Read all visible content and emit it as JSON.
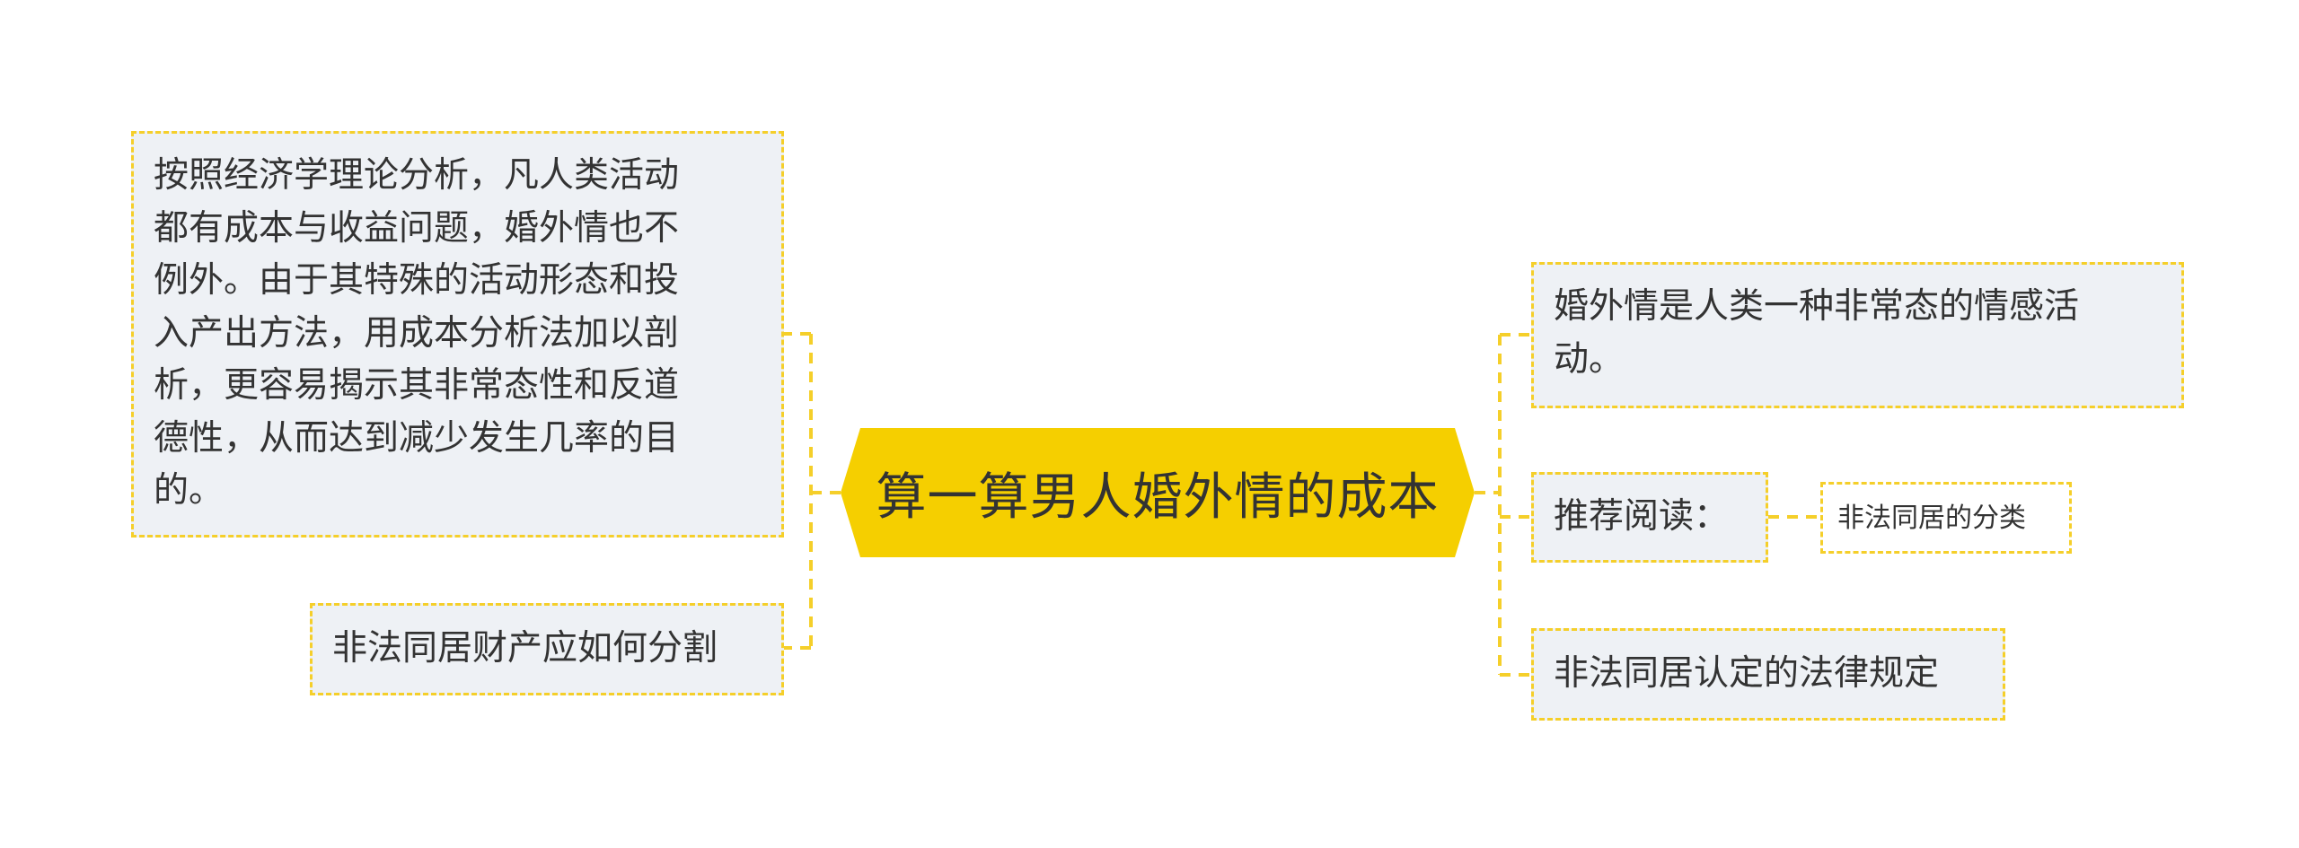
{
  "central": {
    "label": "算一算男人婚外情的成本"
  },
  "left_nodes": {
    "description": "按照经济学理论分析，凡人类活动\n都有成本与收益问题，婚外情也不\n例外。由于其特殊的活动形态和投\n入产出方法，用成本分析法加以剖\n析，更容易揭示其非常态性和反道\n德性，从而达到减少发生几率的目\n的。",
    "cohabitation_property": "非法同居财产应如何分割"
  },
  "right_nodes": {
    "definition": "婚外情是人类一种非常态的情感活\n动。",
    "recommended": "推荐阅读：",
    "recommended_sub": "非法同居的分类",
    "law": "非法同居认定的法律规定"
  },
  "colors": {
    "accent": "#f5cf00",
    "border": "#f5cf2a",
    "node_fill": "#eef1f5",
    "text": "#333333"
  }
}
